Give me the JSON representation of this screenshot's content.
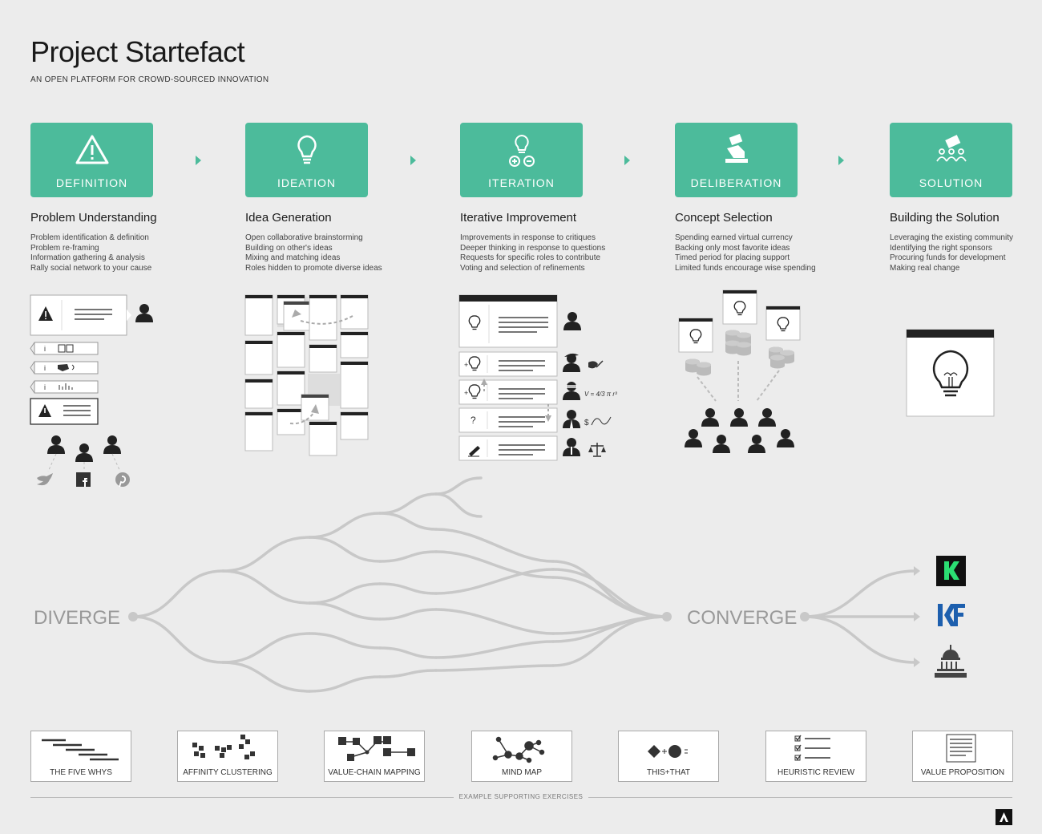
{
  "header": {
    "title": "Project Startefact",
    "subtitle": "AN OPEN PLATFORM FOR CROWD-SOURCED INNOVATION"
  },
  "colors": {
    "accent": "#4cbb9b",
    "dark": "#1a1a1a",
    "branch": "#c8c8c8",
    "kickstarter": "#2bde73"
  },
  "stages": [
    {
      "label": "DEFINITION",
      "icon": "warning-icon",
      "title": "Problem Understanding",
      "lines": [
        "Problem identification & definition",
        "Problem re-framing",
        "Information gathering & analysis",
        "Rally social network to your cause"
      ]
    },
    {
      "label": "IDEATION",
      "icon": "lightbulb-icon",
      "title": "Idea Generation",
      "lines": [
        "Open collaborative brainstorming",
        "Building on other's ideas",
        "Mixing and matching ideas",
        "Roles hidden to promote diverse ideas"
      ]
    },
    {
      "label": "ITERATION",
      "icon": "bulb-plus-minus-icon",
      "title": "Iterative Improvement",
      "lines": [
        "Improvements in response to critiques",
        "Deeper thinking in response to questions",
        "Requests for specific roles to contribute",
        "Voting and selection of refinements"
      ]
    },
    {
      "label": "DELIBERATION",
      "icon": "voting-hand-icon",
      "title": "Concept Selection",
      "lines": [
        "Spending earned virtual currency",
        "Backing only most favorite ideas",
        "Timed period for placing support",
        "Limited funds encourage wise spending"
      ]
    },
    {
      "label": "SOLUTION",
      "icon": "team-lifting-icon",
      "title": "Building the Solution",
      "lines": [
        "Leveraging the existing community",
        "Identifying the right sponsors",
        "Procuring funds for development",
        "Making real change"
      ]
    }
  ],
  "diagram": {
    "diverge": "DIVERGE",
    "converge": "CONVERGE",
    "iteration_marks": [
      "+",
      "+",
      "?"
    ],
    "formula": "V = 4/3 π r³",
    "dollar": "$",
    "info_letter": "i"
  },
  "exercises": {
    "items": [
      "THE FIVE WHYS",
      "AFFINITY CLUSTERING",
      "VALUE-CHAIN MAPPING",
      "MIND MAP",
      "THIS+THAT",
      "HEURISTIC REVIEW",
      "VALUE PROPOSITION"
    ],
    "caption": "EXAMPLE SUPPORTING EXERCISES"
  }
}
